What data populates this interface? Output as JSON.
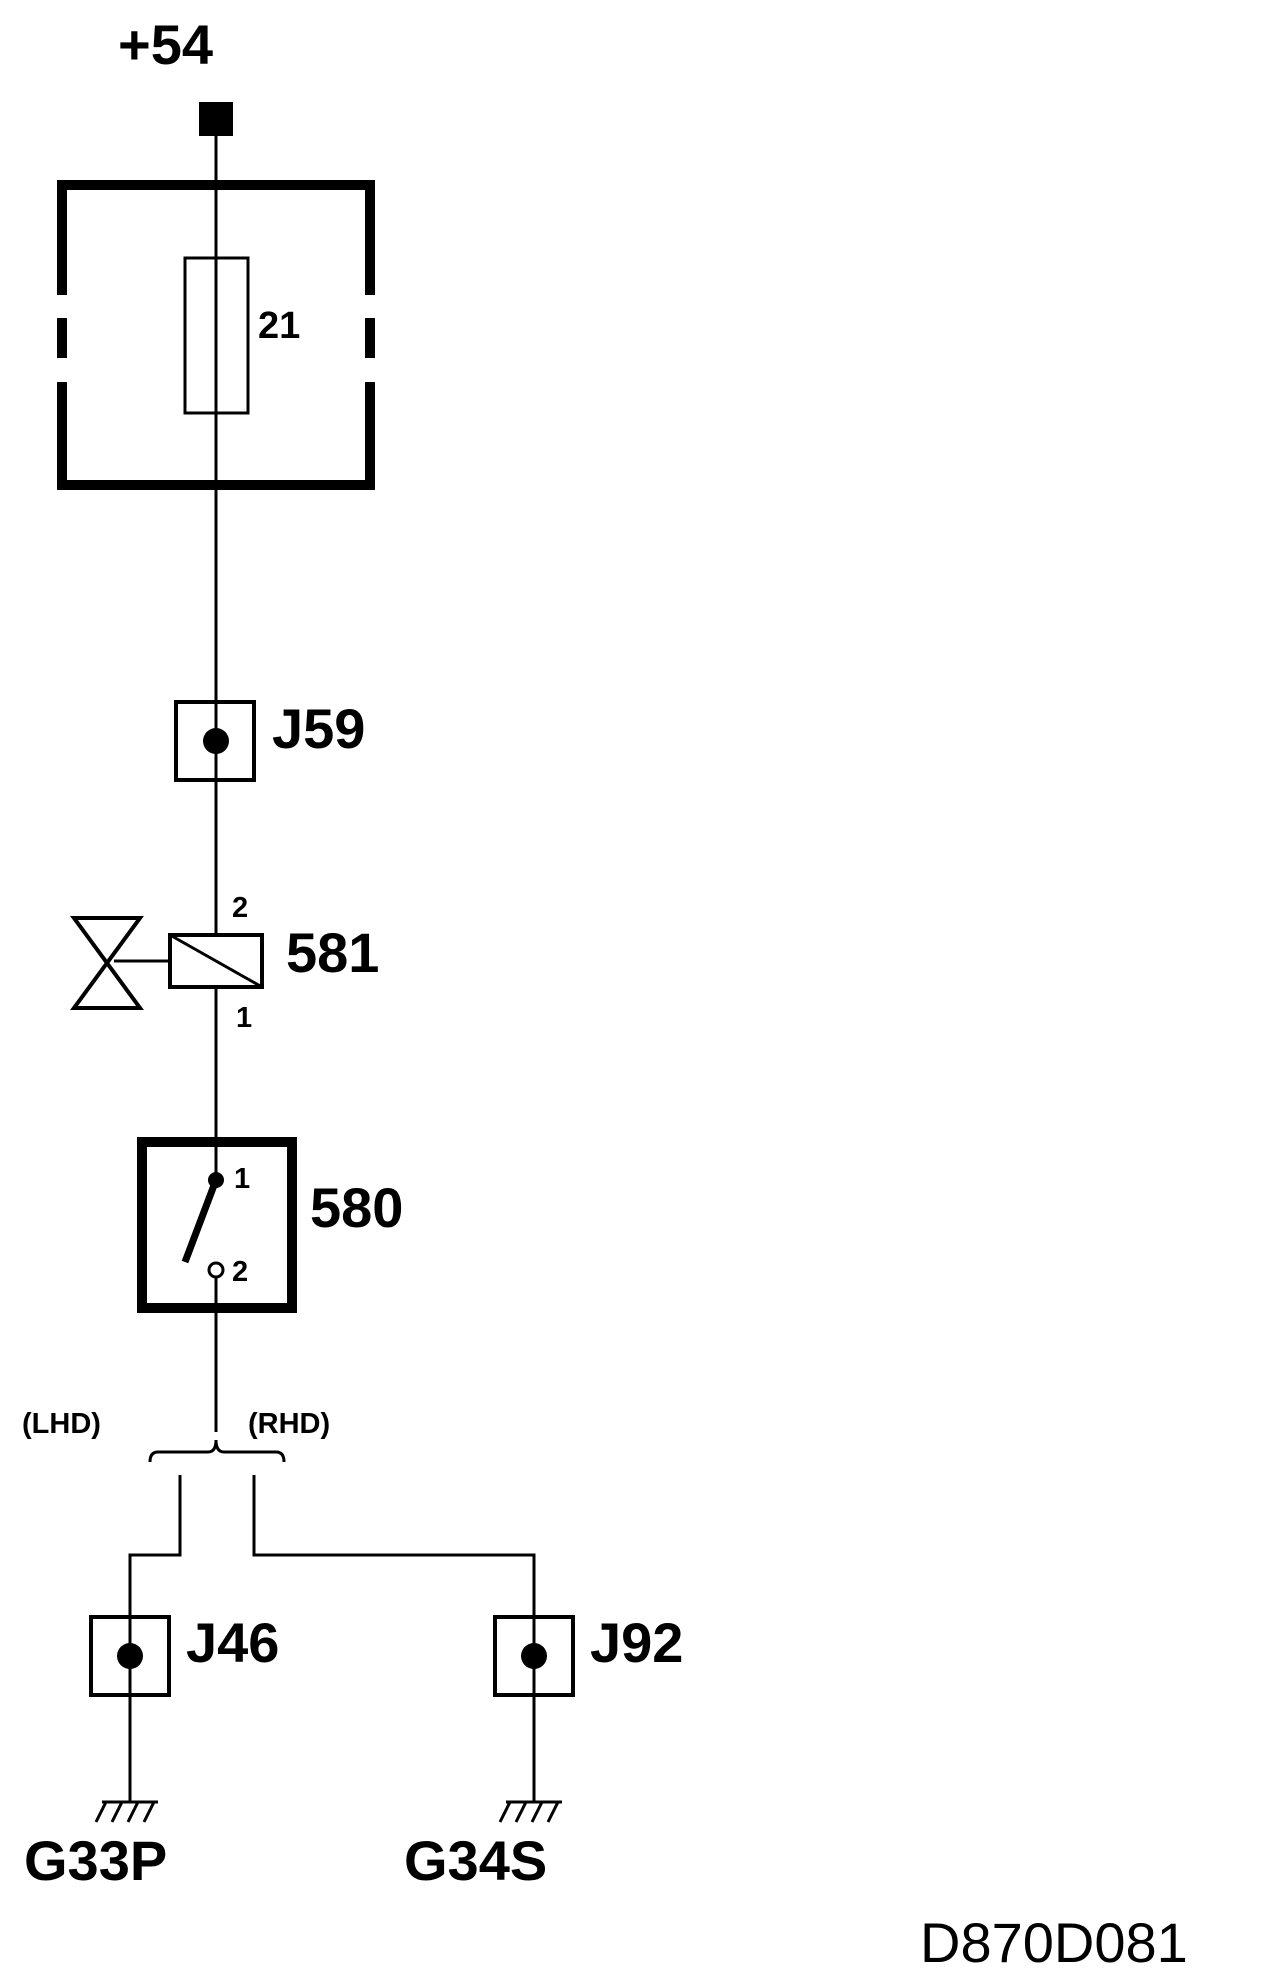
{
  "supply": {
    "label": "+54"
  },
  "fuse": {
    "label": "21"
  },
  "connectors": {
    "j59": "J59",
    "j46": "J46",
    "j92": "J92"
  },
  "valve": {
    "label": "581",
    "pin_top": "2",
    "pin_bottom": "1"
  },
  "switch": {
    "label": "580",
    "pin_1": "1",
    "pin_2": "2"
  },
  "variants": {
    "left": "(LHD)",
    "right": "(RHD)"
  },
  "grounds": {
    "left": "G33P",
    "right": "G34S"
  },
  "diagram_id": "D870D081"
}
